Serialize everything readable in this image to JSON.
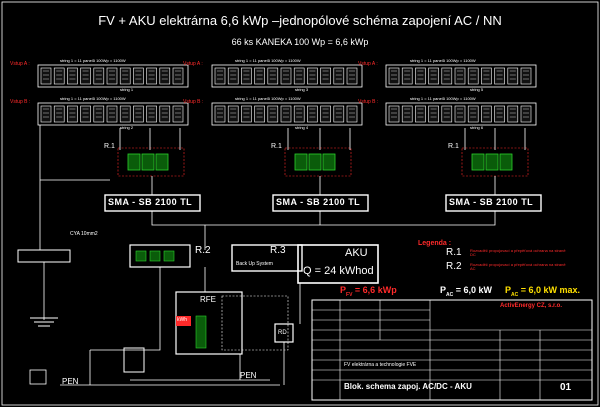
{
  "header": {
    "title": "FV + AKU elektrárna 6,6 kWp –jednopólové schéma zapojení AC / NN",
    "subtitle": "66 ks  KANEKA 100 Wp = 6,6 kWp"
  },
  "vstup_a": "Vstup A :",
  "vstup_b": "Vstup B :",
  "string_caption": "string 1 = 11 panelů 100Wp = 1100W",
  "strings": [
    "string 1",
    "string 2",
    "string 3",
    "string 4",
    "string 5",
    "string 6"
  ],
  "relay_label": "R.1",
  "inverters": [
    "SMA  -  SB 2100 TL",
    "SMA  -  SB 2100 TL",
    "SMA  -  SB 2100 TL"
  ],
  "cable_label": "CYA 10mm2",
  "r2_label": "R.2",
  "r3_label": "R.3",
  "backup_label": "Back Up System",
  "aku": {
    "label": "AKU",
    "capacity": "Q = 24 kWhod"
  },
  "legend": {
    "title": "Legenda :",
    "r1": "R.1",
    "r1_desc": "Rozvaděč propojovací a přepěťová ochrana na straně DC",
    "r2": "R.2",
    "r2_desc": "Rozvaděč propojovací a přepěťová ochrana na straně AC"
  },
  "power": {
    "pfv": "P",
    "pfv_sub": "FV",
    "pfv_val": "= 6,6  kWp",
    "pac": "P",
    "pac_sub": "AC",
    "pac_val": "= 6,0  kW",
    "pac2": "P",
    "pac2_sub": "AC",
    "pac2_val": "= 6,0  kW  max."
  },
  "rfe_label": "RFE",
  "kwh_label": "kWh",
  "rd_label": "RD",
  "pen_left": "PEN",
  "pen_bottom": "PEN",
  "titleblock": {
    "company": "ActivEnergy CZ, s.r.o.",
    "project": "FV elektrárna a technologie FVE",
    "drawing": "Blok. schema zapoj. AC/DC - AKU",
    "sheet": "01"
  },
  "colors": {
    "background": "#000000",
    "line": "#ffffff",
    "accent_red": "#ff2a2a",
    "accent_yellow": "#ffe000",
    "green": "#2bd12b"
  }
}
